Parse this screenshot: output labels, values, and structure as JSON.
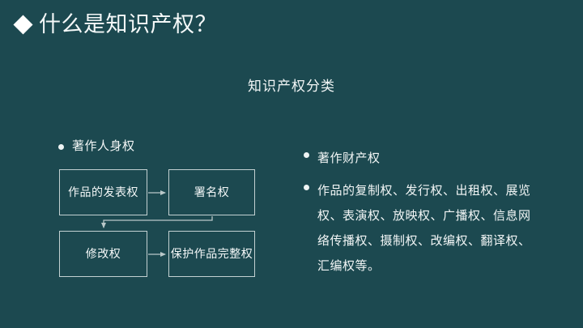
{
  "slide": {
    "background_color": "#1c4950",
    "text_color": "#f2f6f6",
    "border_color": "#c3d1d2",
    "title": "什么是知识产权？",
    "title_bullet_icon": "diamond-icon",
    "subtitle": "知识产权分类"
  },
  "left_column": {
    "heading": "著作人身权",
    "bullet_icon": "dot-bullet-icon",
    "diagram": {
      "boxes": [
        {
          "id": "publish",
          "label": "作品的发表权"
        },
        {
          "id": "sign",
          "label": "署名权"
        },
        {
          "id": "modify",
          "label": "修改权"
        },
        {
          "id": "protect",
          "label": "保护作品完整权"
        }
      ],
      "connectors": [
        {
          "id": "publish-to-sign",
          "type": "arrow-right"
        },
        {
          "id": "sign-to-modify",
          "type": "arrow-elbow-down-left"
        },
        {
          "id": "modify-to-protect",
          "type": "arrow-right"
        }
      ]
    }
  },
  "right_column": {
    "bullet_icon": "dot-bullet-icon",
    "items": [
      "著作财产权",
      "作品的复制权、发行权、出租权、展览权、表演权、放映权、广播权、信息网络传播权、摄制权、改编权、翻译权、汇编权等。"
    ]
  }
}
